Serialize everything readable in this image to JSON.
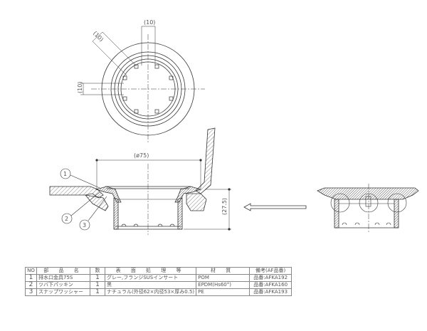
{
  "drawing": {
    "top_view": {
      "dim_top": "(10)",
      "dim_diagonal": "(10)",
      "dim_left": "(10)"
    },
    "section_view": {
      "dim_diameter": "(ø75)",
      "dim_height": "(27.5)",
      "callouts": [
        "1",
        "2",
        "3"
      ]
    },
    "side_view": {
      "arrow": "left-arrow"
    }
  },
  "parts_table": {
    "headers": {
      "no": "NO",
      "name": "部 品 名",
      "qty": "数",
      "treatment": "表 面 処 理 等",
      "material": "材 質",
      "note": "備考(AF品番)"
    },
    "rows": [
      {
        "no": "1",
        "name": "排水口金具75S",
        "qty": "1",
        "treatment": "グレー,フランジSUSインサート",
        "material": "POM",
        "note": "品番:AFKA192"
      },
      {
        "no": "2",
        "name": "ツバ下パッキン",
        "qty": "1",
        "treatment": "黒",
        "material": "EPDM(Hs60°)",
        "note": "品番:AFKA160"
      },
      {
        "no": "3",
        "name": "スナップワッシャー",
        "qty": "1",
        "treatment": "ナチュラル(外径62×内径53×厚み0.5)",
        "material": "PE",
        "note": "品番:AFKA193"
      }
    ]
  }
}
